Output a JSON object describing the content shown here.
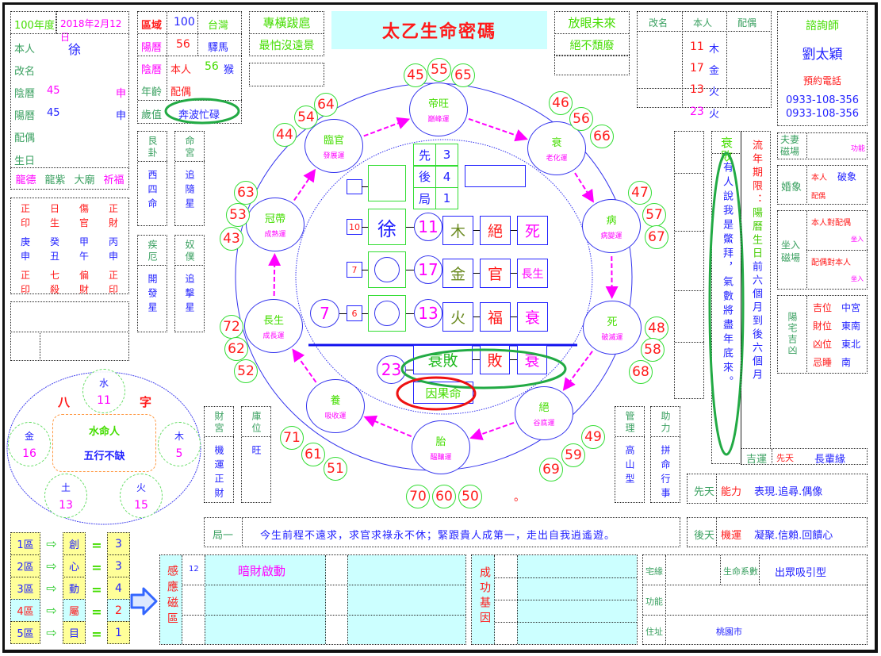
{
  "header": {
    "year": "100年度",
    "date": "2018年2月12日",
    "title": "太乙生命密碼"
  },
  "person": {
    "self_label": "本人",
    "self_name": "徐",
    "rename_label": "改名",
    "lunar_label": "陰曆",
    "lunar_value": "45",
    "lunar_branch": "申",
    "solar_label": "陽曆",
    "solar_value": "45",
    "solar_branch": "申",
    "spouse_label": "配偶",
    "birthday_label": "生日"
  },
  "gods": [
    "龍德",
    "龍紫",
    "大廟",
    "祈福"
  ],
  "bazi": [
    [
      "正",
      "日",
      "傷",
      "正"
    ],
    [
      "印",
      "生",
      "官",
      "財"
    ],
    [
      "庚",
      "癸",
      "甲",
      "丙"
    ],
    [
      "申",
      "丑",
      "午",
      "申"
    ],
    [
      "正",
      "七",
      "偏",
      "正"
    ],
    [
      "印",
      "殺",
      "財",
      "印"
    ]
  ],
  "region": {
    "label": "區域",
    "value": "100",
    "place": "台灣",
    "solar_label": "陽曆",
    "solar_value": "56",
    "solar_star": "驛馬",
    "lunar_label": "陰曆",
    "age_label": "年齡",
    "self_label": "本人",
    "self_age": "56",
    "self_zodiac": "猴",
    "spouse_label": "配偶",
    "suizhi_label": "歲值",
    "suizhi_value": "奔波忙碌"
  },
  "palaces": [
    {
      "title": "艮卦",
      "body": "西四命"
    },
    {
      "title": "命宮",
      "body": "追隨星"
    },
    {
      "title": "疾厄",
      "body": "開發星"
    },
    {
      "title": "奴僕",
      "body": "追擊星"
    },
    {
      "title": "財宮",
      "body": "機運正財"
    },
    {
      "title": "庫位",
      "body": "旺"
    },
    {
      "title": "管理",
      "body": "高山型"
    },
    {
      "title": "助力",
      "body": "拼命行事"
    }
  ],
  "mottos": {
    "left": [
      "專橫跋扈",
      "最怕沒遠景"
    ],
    "right": [
      "放眼未來",
      "絕不頹廢"
    ]
  },
  "name_table": {
    "headers": [
      "改名",
      "本人",
      "配偶"
    ],
    "self_rows": [
      {
        "num": "11",
        "element": "木"
      },
      {
        "num": "17",
        "element": "金"
      },
      {
        "num": "13",
        "element": "火"
      }
    ],
    "total": {
      "num": "23",
      "element": "火"
    }
  },
  "consultant": {
    "label": "諮詢師",
    "name": "劉太穎",
    "phone_label": "預約電話",
    "phones": [
      "0933-108-356",
      "0933-108-356"
    ]
  },
  "decline": {
    "title": "衰敗",
    "text": "有人說我是鱉拜，氣數將盡年底來。"
  },
  "period": {
    "text": "流年期限：陽曆生日前六個月到後六個月"
  },
  "luck": {
    "label": "吉運",
    "sub": "先天",
    "value": "長輩緣"
  },
  "couple": {
    "label": "夫妻磁場",
    "value": "功能"
  },
  "marriage": {
    "label": "婚象",
    "self_label": "本人",
    "self_value": "破象",
    "spouse_label": "配偶"
  },
  "sit": {
    "label": "坐入磁場",
    "rows": [
      {
        "label": "本人對配偶",
        "value": "坐入"
      },
      {
        "label": "配偶對本人",
        "value": "坐入"
      }
    ]
  },
  "house": {
    "label": "陽宅吉凶",
    "rows": [
      [
        "吉位",
        "中宮"
      ],
      [
        "財位",
        "東南"
      ],
      [
        "凶位",
        "東北"
      ],
      [
        "忌睡",
        "南"
      ]
    ]
  },
  "innate": {
    "label": "先天",
    "key": "能力",
    "value": "表現.追尋.偶像"
  },
  "acquired": {
    "label": "後天",
    "key": "機運",
    "value": "凝聚.信賴.回饋心"
  },
  "poem": {
    "label": "局一",
    "text": "今生前程不遠求，求官求祿永不休；緊跟貴人成第一，走出自我逍遙遊。"
  },
  "wheel": {
    "stages": [
      {
        "name": "帝旺",
        "sub": "巔峰運"
      },
      {
        "name": "衰",
        "sub": "老化運"
      },
      {
        "name": "病",
        "sub": "病變運"
      },
      {
        "name": "死",
        "sub": "破滅運"
      },
      {
        "name": "絕",
        "sub": "谷底運"
      },
      {
        "name": "胎",
        "sub": "醞釀運"
      },
      {
        "name": "養",
        "sub": "吸收運"
      },
      {
        "name": "長生",
        "sub": "成長運"
      },
      {
        "name": "冠帶",
        "sub": "成熟運"
      },
      {
        "name": "臨官",
        "sub": "發展運"
      }
    ],
    "ages": [
      [
        "45",
        "55",
        "65"
      ],
      [
        "46",
        "56",
        "66"
      ],
      [
        "47",
        "57",
        "67"
      ],
      [
        "48",
        "58",
        "68"
      ],
      [
        "49",
        "59",
        "69"
      ],
      [
        "70",
        "60",
        "50"
      ],
      [
        "71",
        "61",
        "51"
      ],
      [
        "72",
        "62",
        "52"
      ],
      [
        "63",
        "53",
        "43"
      ],
      [
        "44",
        "54",
        "64"
      ]
    ],
    "xhj": [
      {
        "label": "先",
        "value": "3"
      },
      {
        "label": "後",
        "value": "4"
      },
      {
        "label": "局",
        "value": "1"
      }
    ],
    "rows": [
      {
        "small": "10",
        "name": "徐",
        "num": "11",
        "cells": [
          "木",
          "絕",
          "死"
        ]
      },
      {
        "small": "7",
        "name": "",
        "num": "17",
        "cells": [
          "金",
          "官",
          "長生"
        ]
      },
      {
        "small": "6",
        "lead": "7",
        "name": "",
        "num": "13",
        "cells": [
          "火",
          "福",
          "衰"
        ]
      }
    ],
    "total": {
      "num": "23",
      "cells": [
        "衰敗",
        "敗",
        "衰"
      ]
    },
    "fate": "因果命",
    "dot": "。"
  },
  "bazi_circle": {
    "title_left": "八",
    "title_right": "字",
    "center_title": "水命人",
    "center_sub": "五行不缺",
    "elements": [
      {
        "name": "水",
        "value": "11"
      },
      {
        "name": "金",
        "value": "16"
      },
      {
        "name": "木",
        "value": "5"
      },
      {
        "name": "土",
        "value": "13"
      },
      {
        "name": "火",
        "value": "15"
      }
    ]
  },
  "zones": [
    {
      "zone": "1區",
      "word": "創",
      "value": "3"
    },
    {
      "zone": "2區",
      "word": "心",
      "value": "3"
    },
    {
      "zone": "3區",
      "word": "動",
      "value": "4"
    },
    {
      "zone": "4區",
      "word": "屬",
      "value": "2"
    },
    {
      "zone": "5區",
      "word": "目",
      "value": "1"
    }
  ],
  "equals": "=",
  "induction": {
    "label": "感應磁區",
    "rows": [
      {
        "num": "12",
        "text": "暗財啟動"
      },
      {
        "num": "",
        "text": ""
      },
      {
        "num": "",
        "text": ""
      }
    ]
  },
  "gene": {
    "label": "成功基因"
  },
  "info": {
    "house_label": "宅緣",
    "coef_label": "生命系數",
    "coef_value": "出眾吸引型",
    "func_label": "功能",
    "addr_label": "住址",
    "addr_value": "桃園市"
  },
  "colors": {
    "blue": "#2323ff",
    "red": "#ff1a1a",
    "magenta": "#ff00ff",
    "green": "#33dd33",
    "cyan": "#ccffff",
    "yellow": "#ffff99"
  }
}
